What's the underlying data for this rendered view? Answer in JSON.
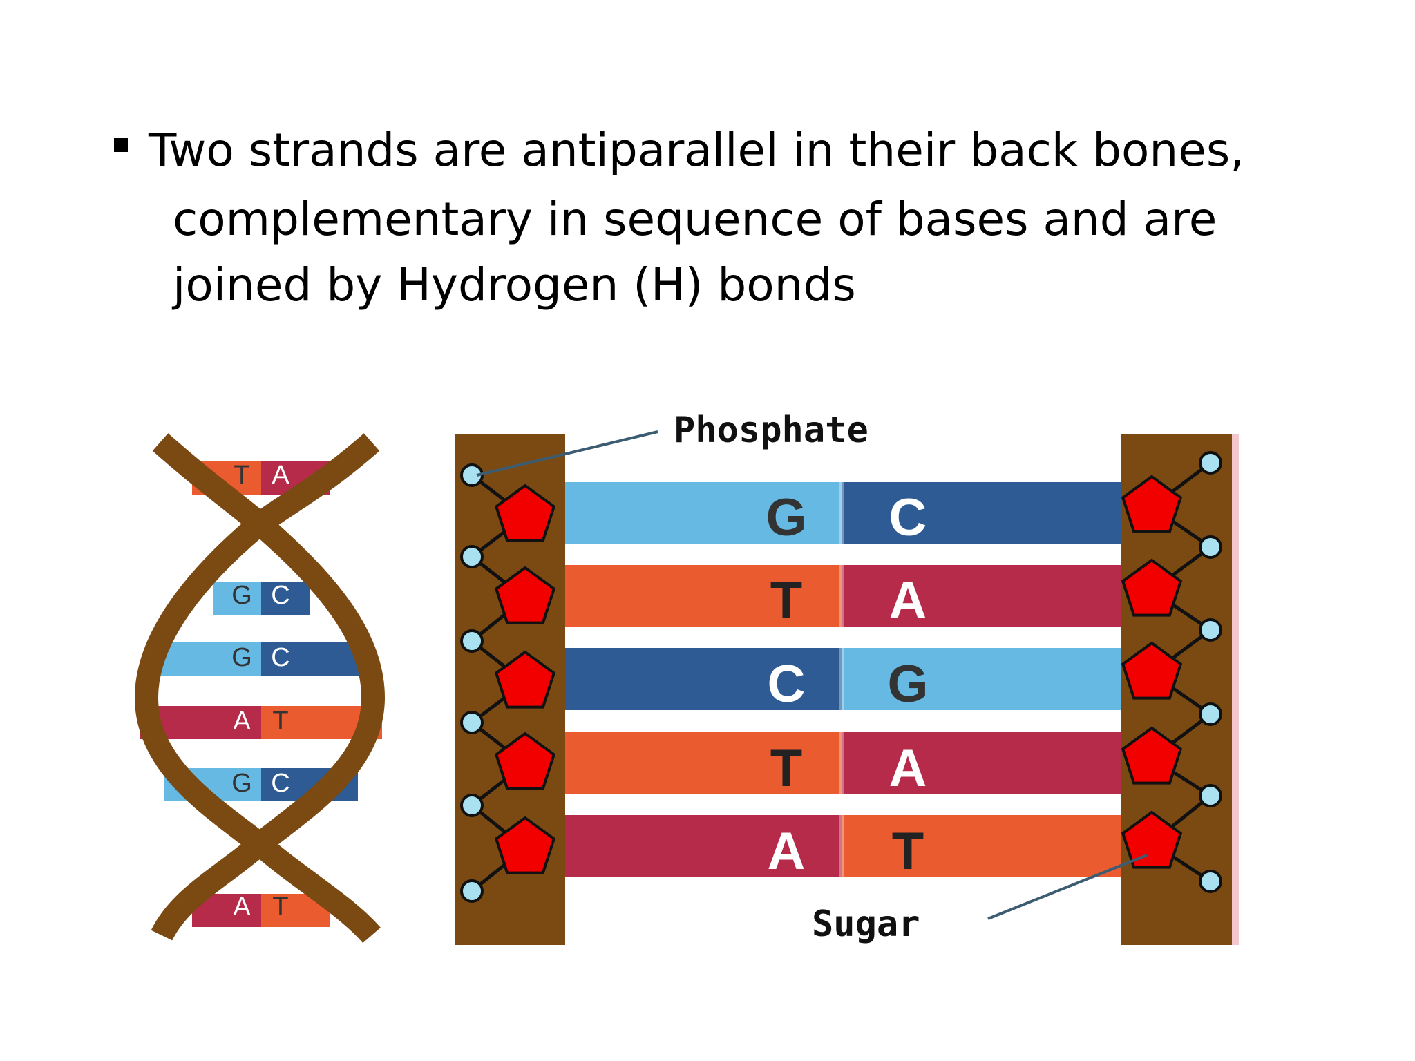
{
  "slide": {
    "bullet_lines": [
      "Two strands are antiparallel in their back bones,",
      "complementary  in sequence of bases  and are",
      "joined by  Hydrogen (H)  bonds"
    ]
  },
  "helix": {
    "pairs": [
      {
        "left": "T",
        "right": "A"
      },
      {
        "left": "G",
        "right": "C"
      },
      {
        "left": "G",
        "right": "C"
      },
      {
        "left": "A",
        "right": "T"
      },
      {
        "left": "G",
        "right": "C"
      },
      {
        "left": "A",
        "right": "T"
      }
    ]
  },
  "ladder": {
    "phosphate_label": "Phosphate",
    "sugar_label": "Sugar",
    "pairs": [
      {
        "left": "G",
        "right": "C"
      },
      {
        "left": "T",
        "right": "A"
      },
      {
        "left": "C",
        "right": "G"
      },
      {
        "left": "T",
        "right": "A"
      },
      {
        "left": "A",
        "right": "T"
      }
    ]
  },
  "colors": {
    "backbone": "#7a4a12",
    "G": "#66b9e3",
    "C": "#2e5b94",
    "T": "#ea5b30",
    "A": "#b62a4a",
    "sugar": "#f20000",
    "phosphate": "#a9e1f0"
  }
}
